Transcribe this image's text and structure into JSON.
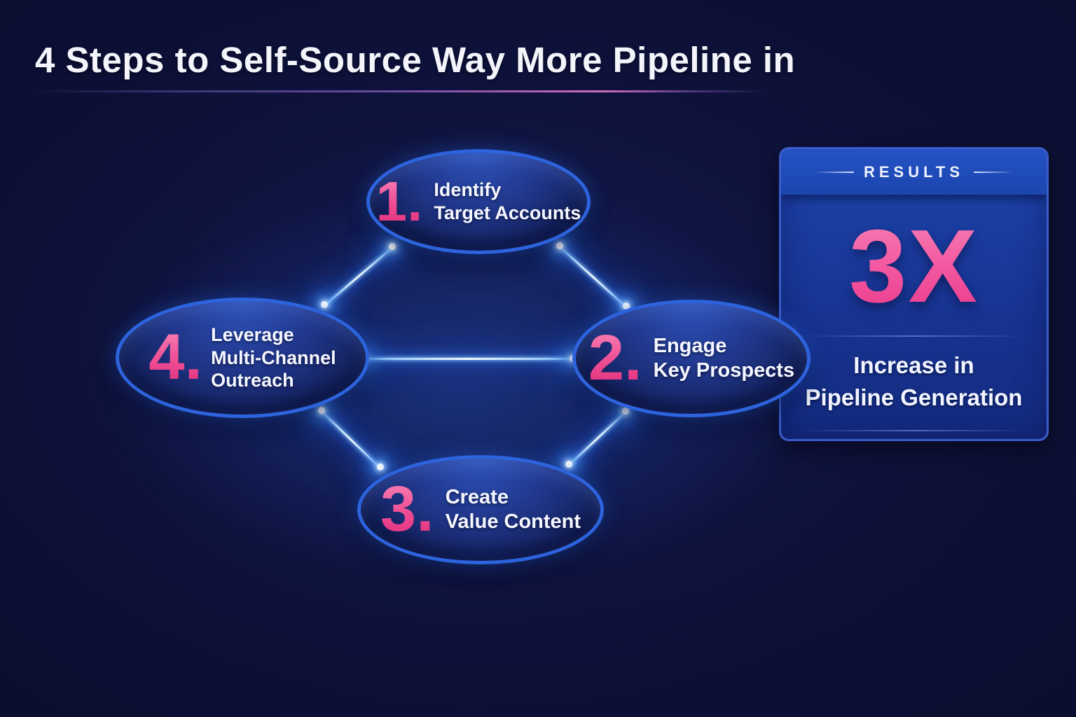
{
  "title": "4 Steps to Self-Source Way More Pipeline in",
  "steps": [
    {
      "number": "1.",
      "lines": [
        "Identify",
        "Target Accounts"
      ]
    },
    {
      "number": "2.",
      "lines": [
        "Engage",
        "Key Prospects"
      ]
    },
    {
      "number": "3.",
      "lines": [
        "Create",
        "Value Content"
      ]
    },
    {
      "number": "4.",
      "lines": [
        "Leverage",
        "Multi-Channel",
        "Outreach"
      ]
    }
  ],
  "results": {
    "heading": "RESULTS",
    "value": "3X",
    "caption_line1": "Increase in",
    "caption_line2": "Pipeline Generation"
  },
  "colors": {
    "accent_pink": "#ee4f97",
    "node_border_blue": "#2d63dd",
    "connector_glow_blue": "#57b1ff",
    "panel_blue": "#1b3fa4",
    "background_navy": "#0c0f33",
    "text_white": "#f3f5fb"
  }
}
